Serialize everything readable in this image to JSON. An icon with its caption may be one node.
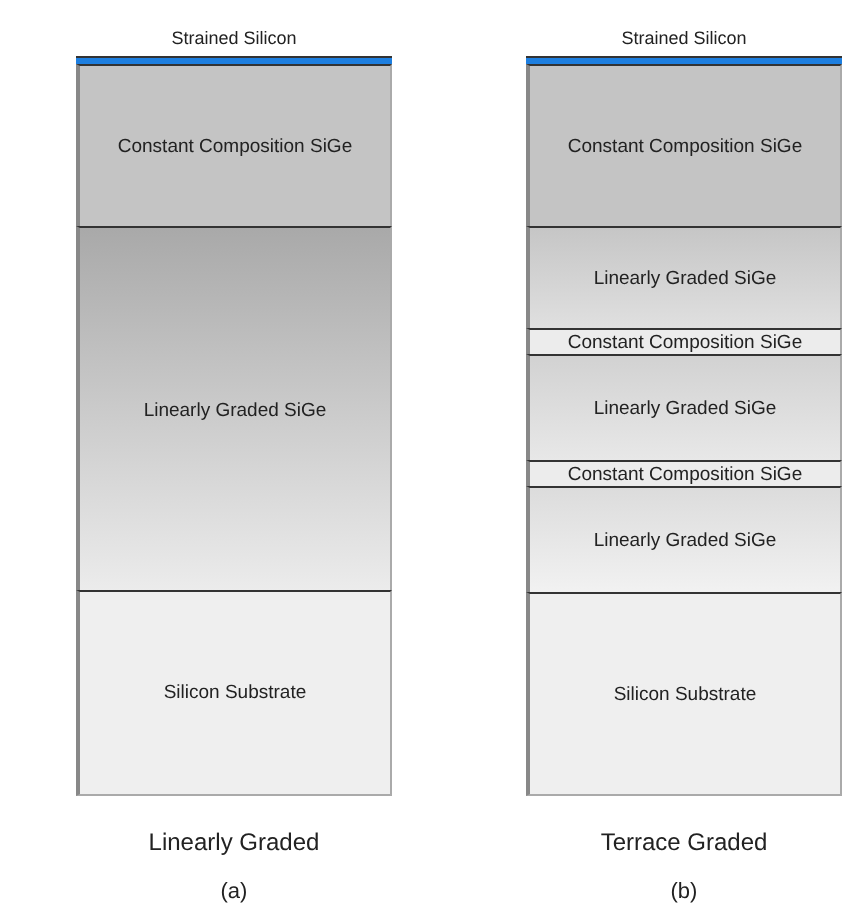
{
  "diagram": {
    "nodes": [
      {
        "text": [
          "Strained Silicon"
        ]
      },
      {
        "text": [
          "Constant Composition SiGe"
        ]
      },
      {
        "text": [
          "Linearly Graded SiGe"
        ]
      },
      {
        "text": [
          "Silicon Substrate"
        ]
      },
      {
        "text": [
          "Strained Silicon"
        ]
      },
      {
        "text": [
          "Constant Composition SiGe"
        ]
      },
      {
        "text": [
          "Linearly Graded SiGe"
        ]
      },
      {
        "text": [
          "Constant Composition SiGe"
        ]
      },
      {
        "text": [
          "Linearly Graded SiGe"
        ]
      },
      {
        "text": [
          "Constant Composition SiGe"
        ]
      },
      {
        "text": [
          "Linearly Graded SiGe"
        ]
      },
      {
        "text": [
          "Silicon Substrate"
        ]
      }
    ],
    "edges": [],
    "labels": [
      "Linearly Graded",
      "(a)",
      "Terrace Graded",
      "(b)"
    ]
  }
}
